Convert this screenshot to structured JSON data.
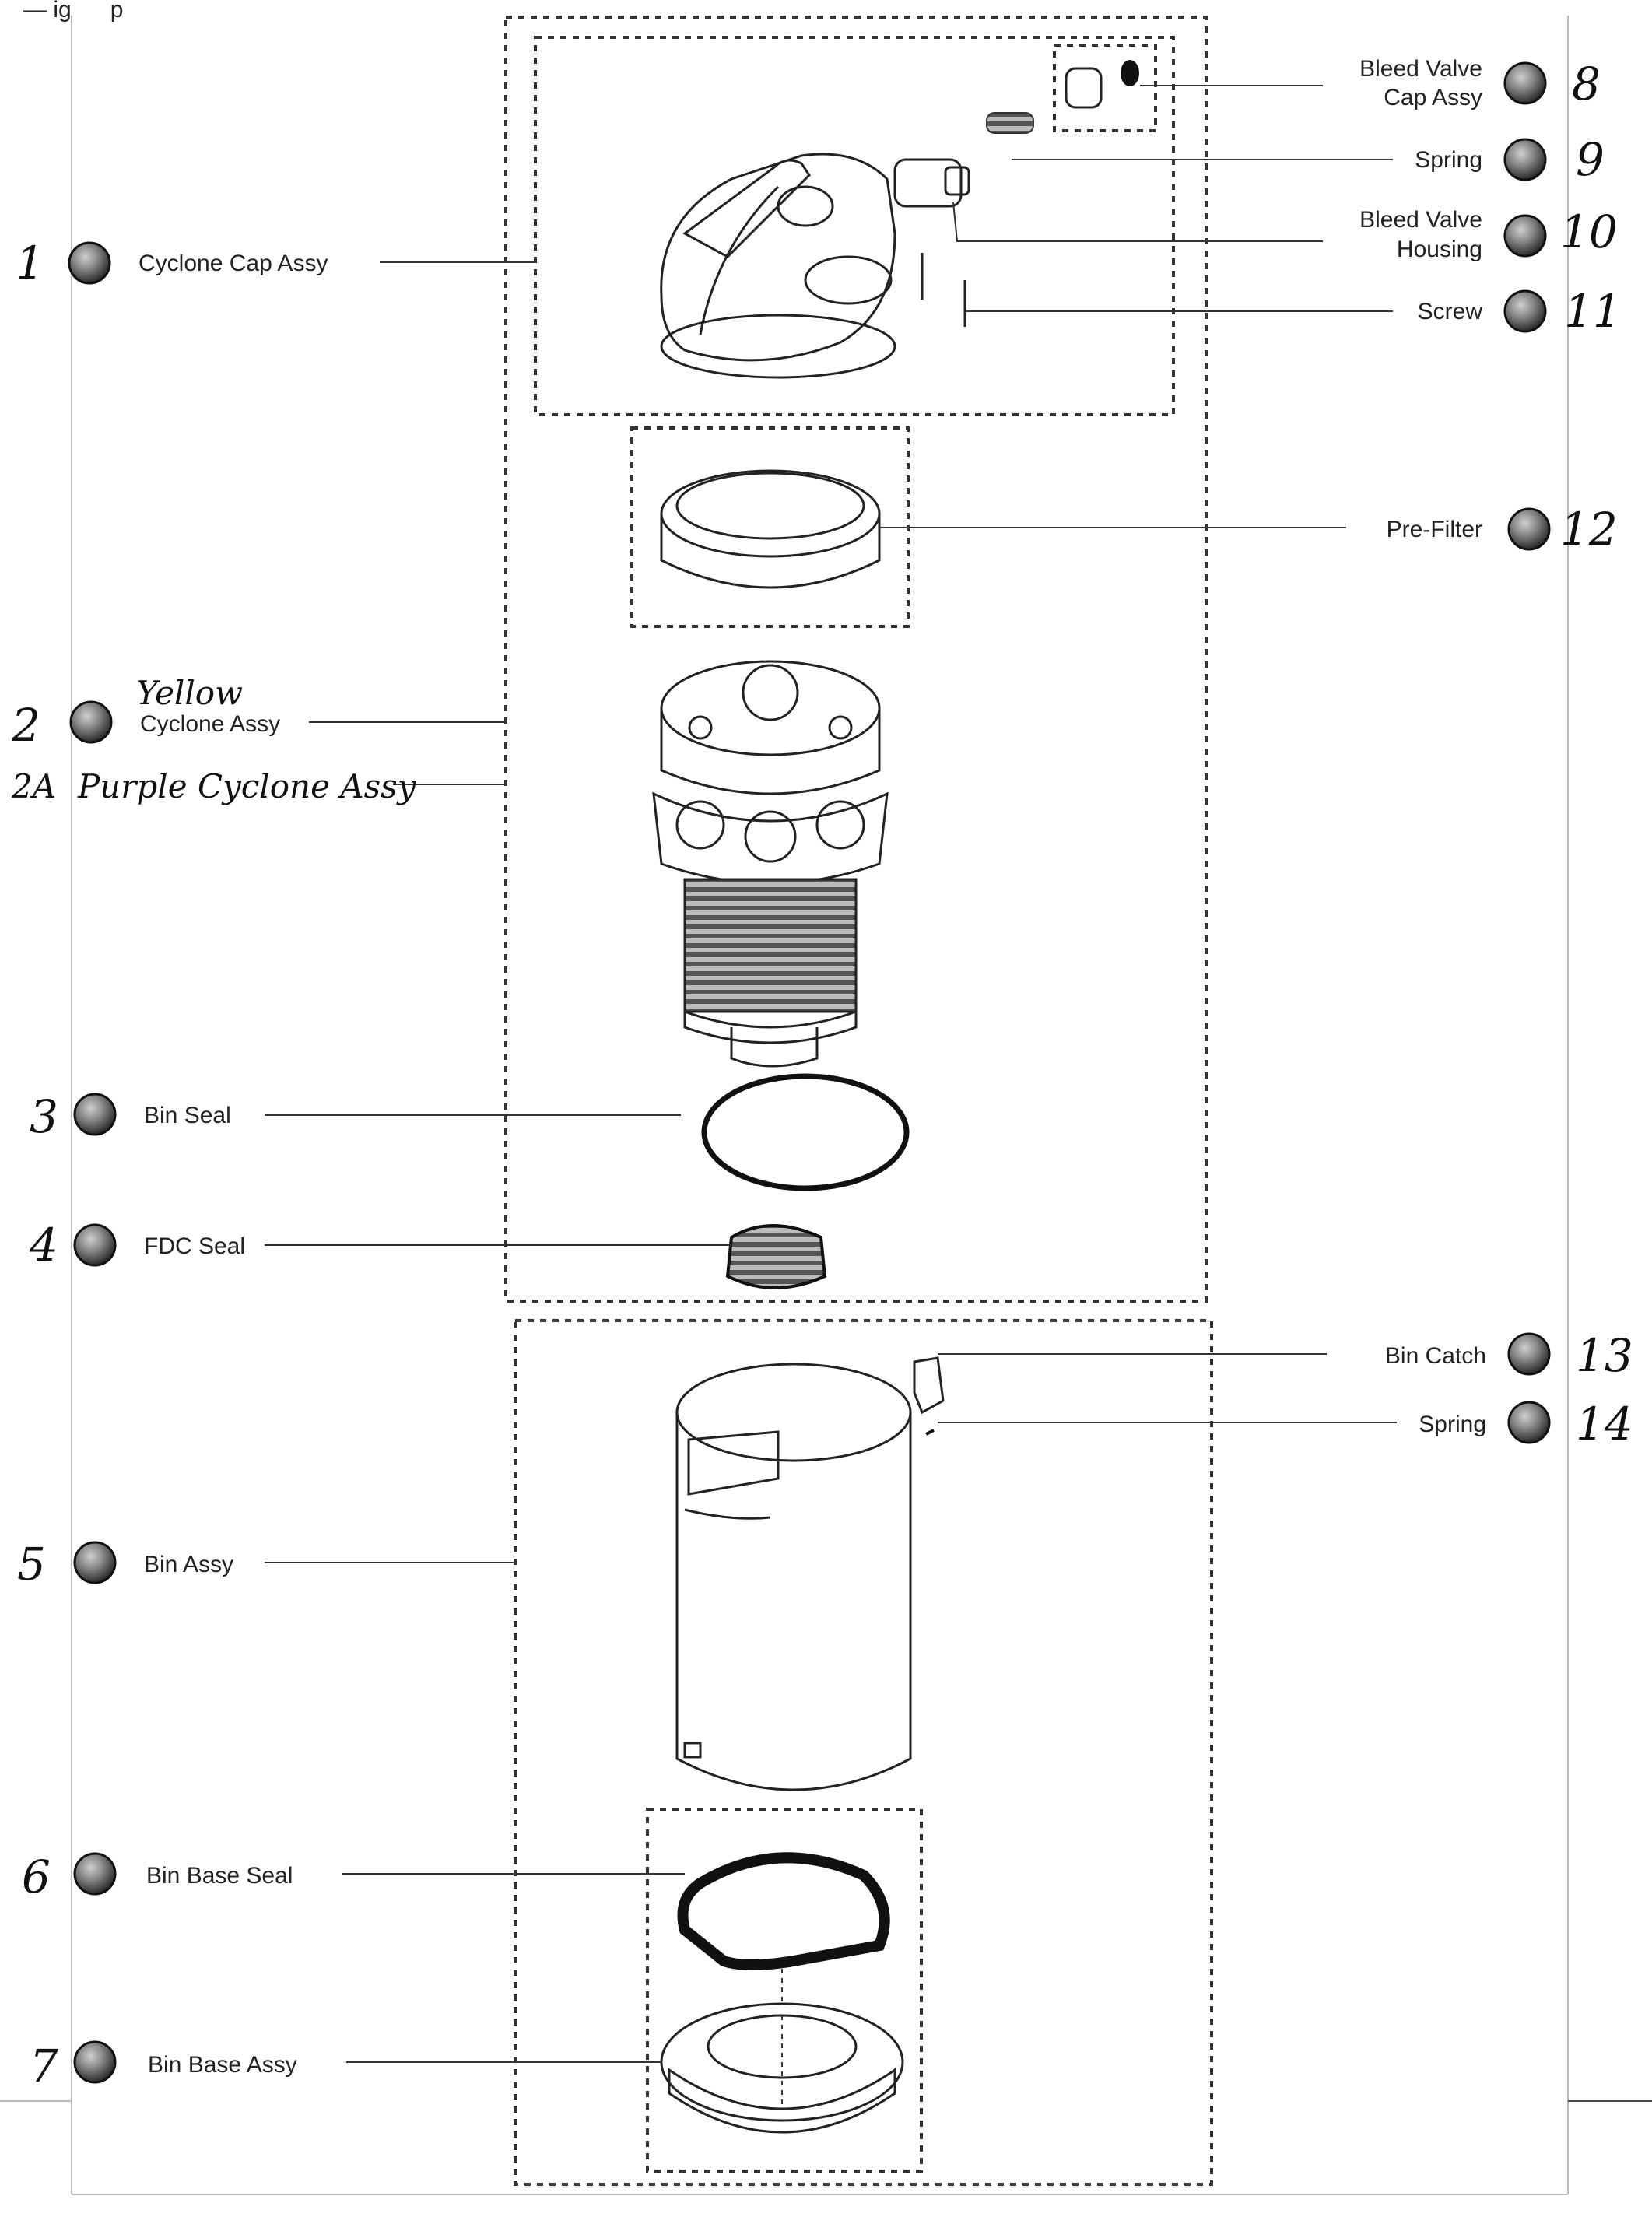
{
  "header_text": "— ig      p",
  "parts": [
    {
      "num": "1",
      "label": "Cyclone Cap Assy"
    },
    {
      "num": "2",
      "label": "Cyclone Assy",
      "note": "Yellow"
    },
    {
      "num": "2A",
      "label": "Purple Cyclone Assy"
    },
    {
      "num": "3",
      "label": "Bin Seal"
    },
    {
      "num": "4",
      "label": "FDC Seal"
    },
    {
      "num": "5",
      "label": "Bin Assy"
    },
    {
      "num": "6",
      "label": "Bin Base Seal"
    },
    {
      "num": "7",
      "label": "Bin Base Assy"
    },
    {
      "num": "8",
      "label_line1": "Bleed Valve",
      "label_line2": "Cap Assy"
    },
    {
      "num": "9",
      "label": "Spring"
    },
    {
      "num": "10",
      "label_line1": "Bleed Valve",
      "label_line2": "Housing"
    },
    {
      "num": "11",
      "label": "Screw"
    },
    {
      "num": "12",
      "label": "Pre-Filter"
    },
    {
      "num": "13",
      "label": "Bin Catch"
    },
    {
      "num": "14",
      "label": "Spring"
    }
  ]
}
